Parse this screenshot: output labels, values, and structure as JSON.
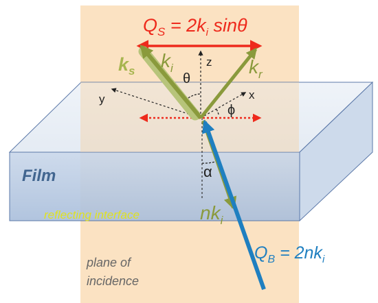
{
  "labels": {
    "qs_main": "Q",
    "qs_sub": "S",
    "qs_rest": " = 2k",
    "qs_i": "i",
    "qs_sin": " sinθ",
    "ks_main": "k",
    "ks_sub": "s",
    "ki_main": "k",
    "ki_sub": "i",
    "kr_main": "k",
    "kr_sub": "r",
    "axis_z": "z",
    "axis_y": "y",
    "axis_x": "x",
    "theta": "θ",
    "phi": "ϕ",
    "alpha": "α",
    "film": "Film",
    "reflecting_interface": "reflecting interface",
    "nk_main": "nk",
    "nk_sub": "i",
    "qb_main": "Q",
    "qb_sub": "B",
    "qb_rest": " = 2nk",
    "qb_i": "i",
    "plane_line1": "plane of",
    "plane_line2": "incidence"
  },
  "colors": {
    "plane": "#fbe2c2",
    "film_front": "#bccde4",
    "film_top": "#d2deec",
    "film_side": "#c4d3e7",
    "film_edge": "#5b78a8",
    "red": "#ee2a1c",
    "olive": "#8a9a3c",
    "olive_light": "#b7c47a",
    "blue": "#1f7fc0",
    "yellow": "#e6e600",
    "dark": "#222222"
  }
}
